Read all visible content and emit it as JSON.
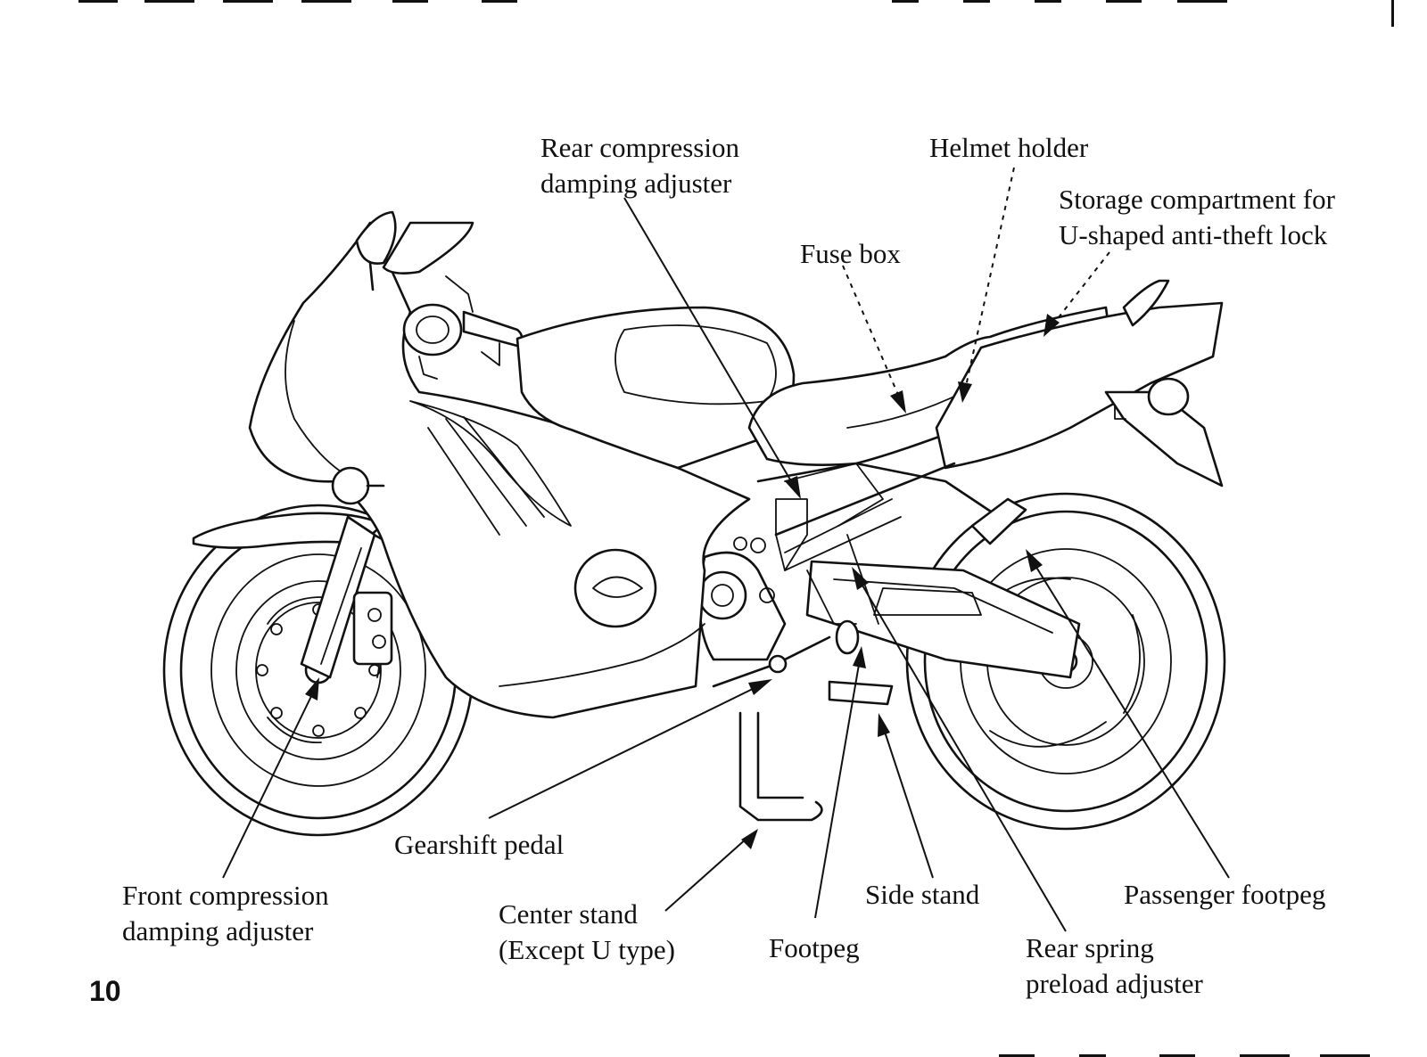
{
  "page": {
    "number": "10"
  },
  "labels": {
    "rear_compression": [
      "Rear compression",
      "damping adjuster"
    ],
    "helmet_holder": [
      "Helmet holder"
    ],
    "storage": [
      "Storage compartment for",
      "U-shaped anti-theft lock"
    ],
    "fuse_box": [
      "Fuse box"
    ],
    "gearshift": [
      "Gearshift pedal"
    ],
    "front_compression": [
      "Front compression",
      "damping adjuster"
    ],
    "center_stand": [
      "Center stand",
      "(Except U type)"
    ],
    "footpeg": [
      "Footpeg"
    ],
    "side_stand": [
      "Side stand"
    ],
    "rear_spring": [
      "Rear spring",
      "preload adjuster"
    ],
    "passenger_footpeg": [
      "Passenger footpeg"
    ]
  }
}
